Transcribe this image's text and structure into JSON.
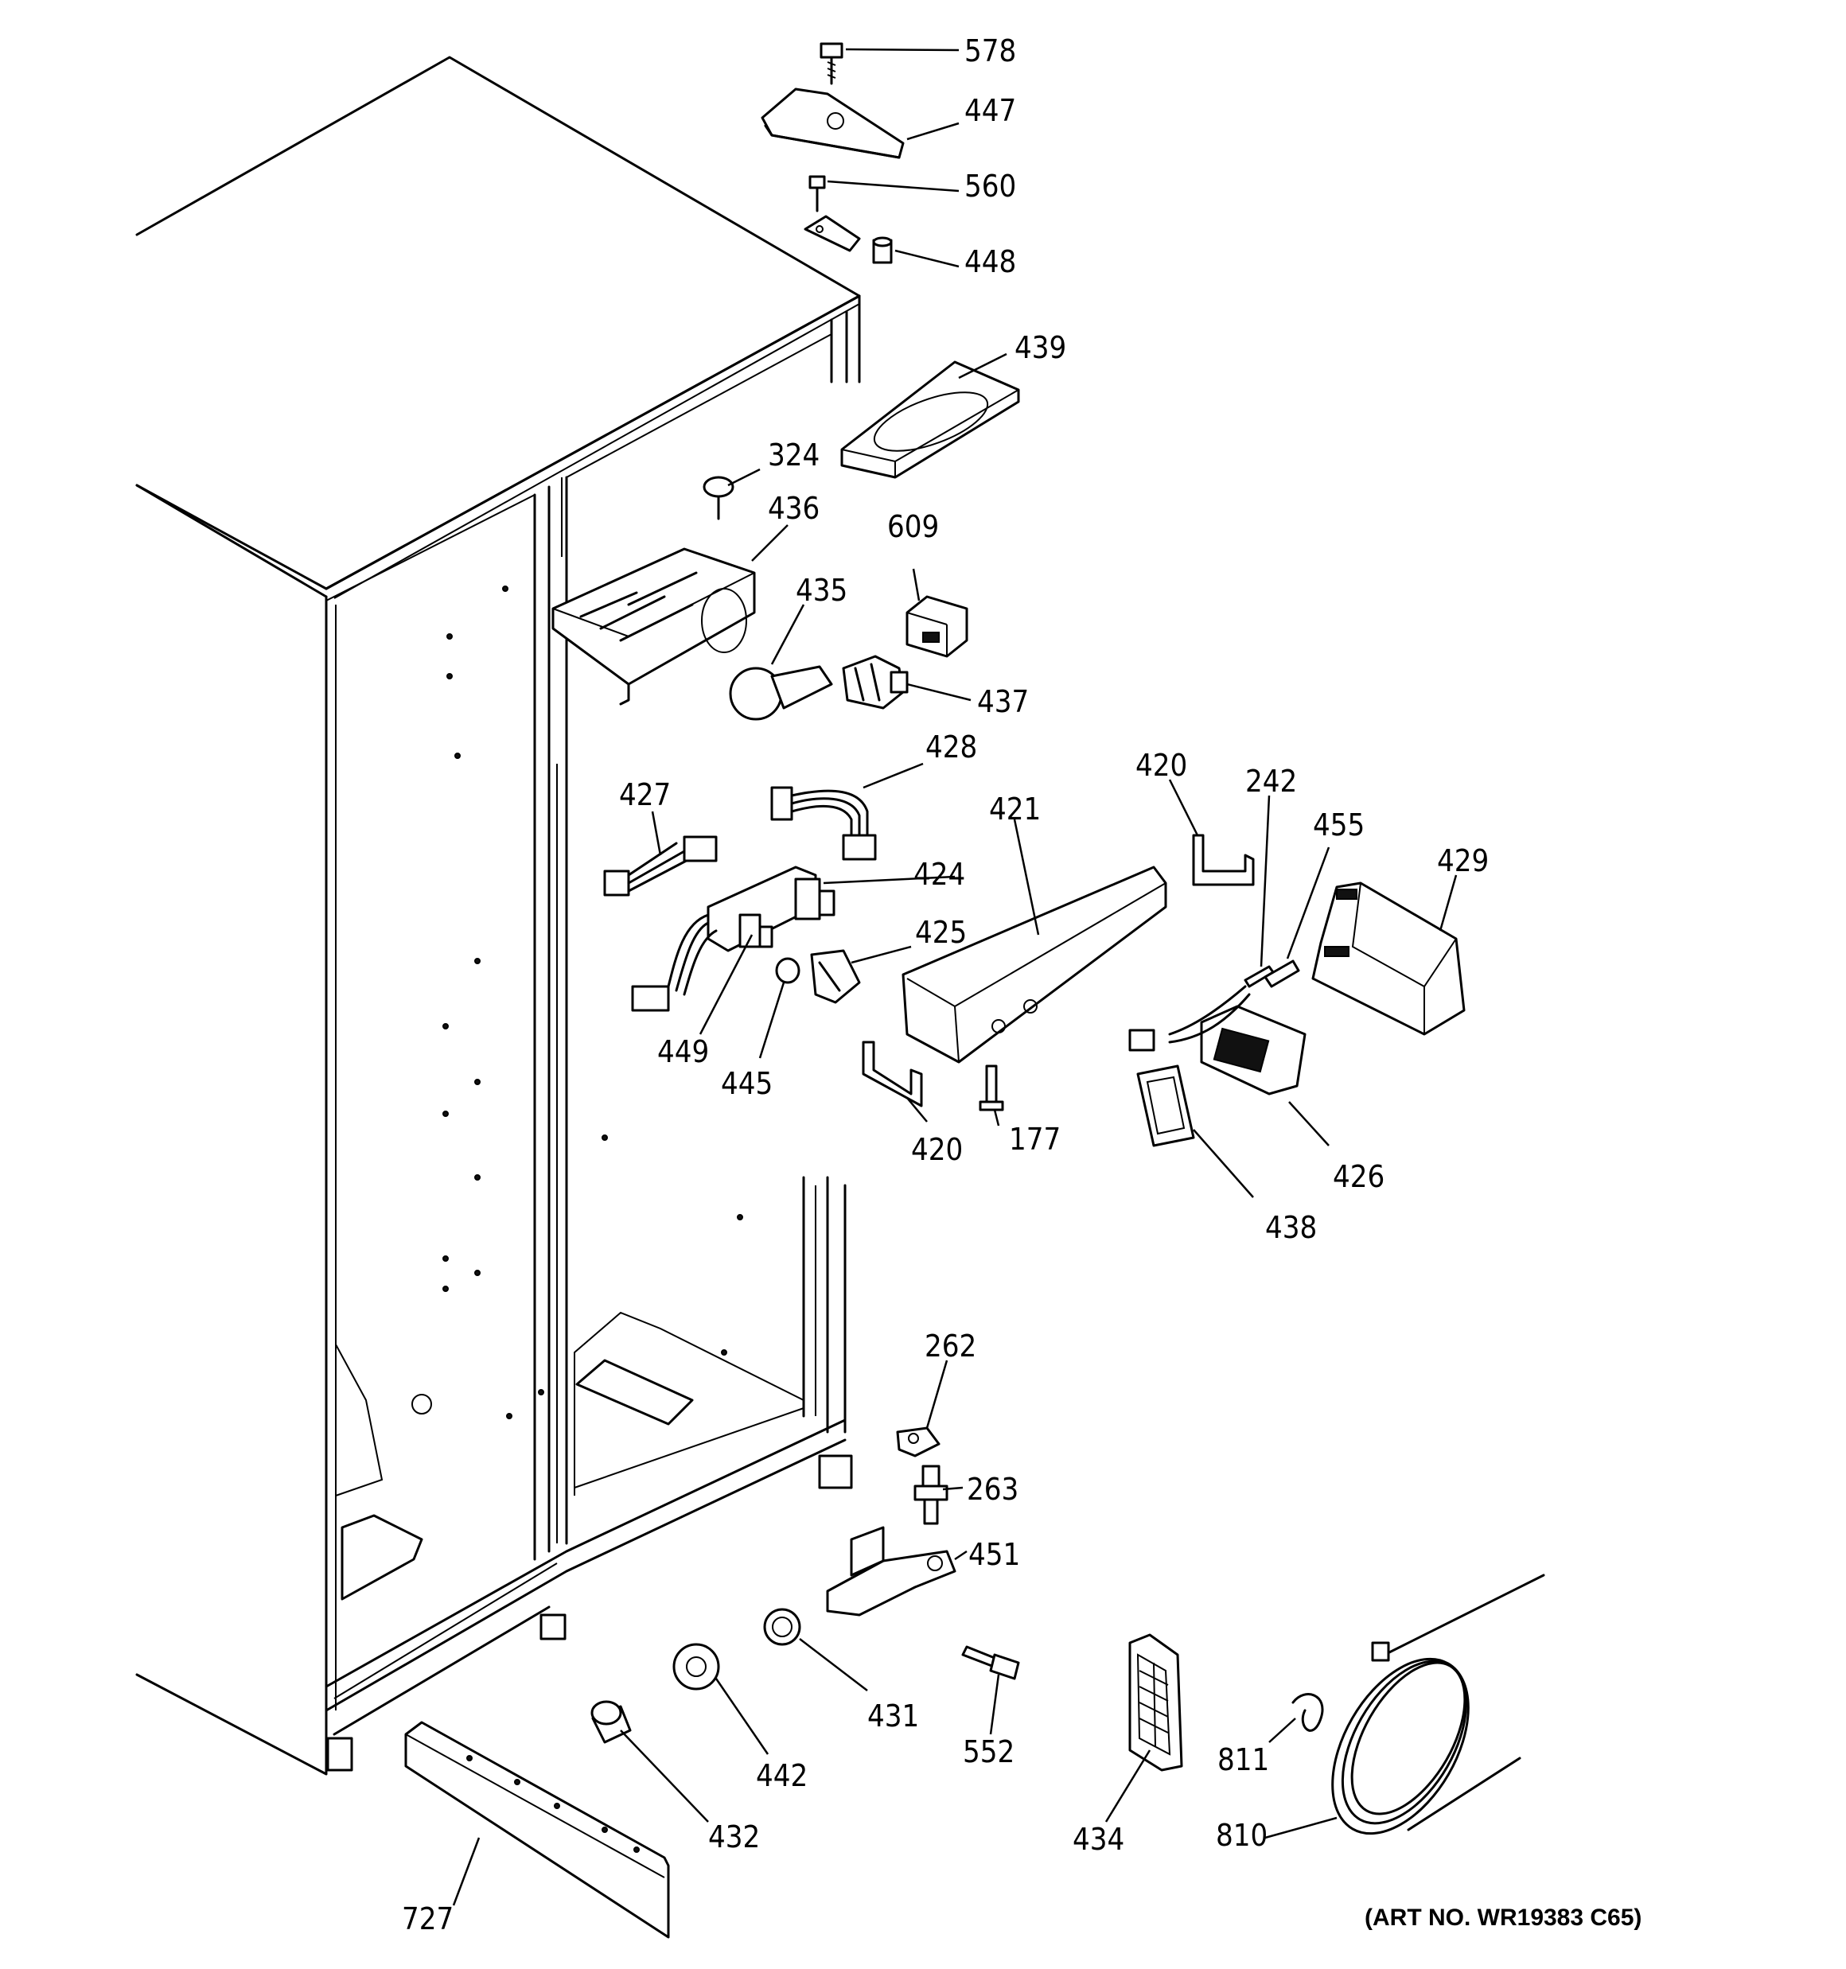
{
  "art_number": "(ART NO. WR19383 C65)",
  "callouts": {
    "p578": "578",
    "p447": "447",
    "p560": "560",
    "p448": "448",
    "p439": "439",
    "p324": "324",
    "p436": "436",
    "p609": "609",
    "p435": "435",
    "p437": "437",
    "p428": "428",
    "p427": "427",
    "p424": "424",
    "p425": "425",
    "p449": "449",
    "p445": "445",
    "p421": "421",
    "p420a": "420",
    "p420b": "420",
    "p242": "242",
    "p455": "455",
    "p429": "429",
    "p177": "177",
    "p426": "426",
    "p438": "438",
    "p262": "262",
    "p263": "263",
    "p451": "451",
    "p431": "431",
    "p442": "442",
    "p432": "432",
    "p552": "552",
    "p434": "434",
    "p811": "811",
    "p810": "810",
    "p727": "727"
  }
}
